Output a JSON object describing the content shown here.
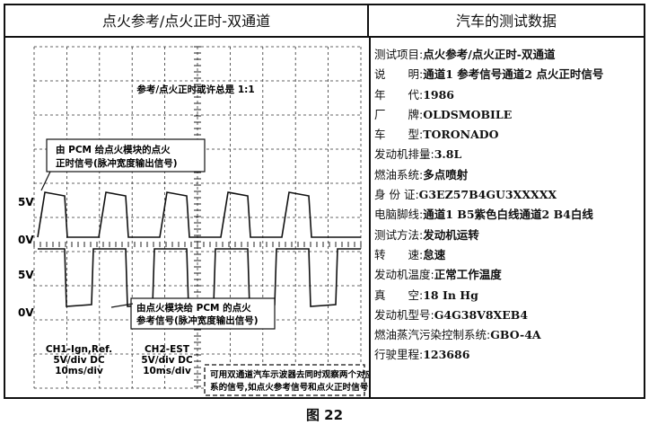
{
  "header": {
    "left_title": "点火参考/点火正时-双通道",
    "right_title": "汽车的测试数据"
  },
  "scope": {
    "ratio_note": "参考/点火正时或许总是 1:1",
    "label_5v_top": "5V",
    "label_0v_top": "0V",
    "label_5v_bottom": "5V",
    "label_0v_bottom": "0V",
    "callout_top_line1": "由 PCM 给点火模块的点火",
    "callout_top_line2": "正时信号(脉冲宽度输出信号)",
    "callout_bottom_line1": "由点火模块给 PCM 的点火",
    "callout_bottom_line2": "参考信号(脉冲宽度输出信号)",
    "ch1_line1": "CH1-Ign,Ref.",
    "ch1_line2": "5V/div DC",
    "ch1_line3": "10ms/div",
    "ch2_line1": "CH2-EST",
    "ch2_line2": "5V/div DC",
    "ch2_line3": "10ms/div",
    "note_line1": "可用双通道汽车示波器去同时观察两个对应关",
    "note_line2": "系的信号,如点火参考信号和点火正时信号"
  },
  "test_data": [
    {
      "label": "测试项目:",
      "value": "点火参考/点火正时-双通道"
    },
    {
      "label": "说　　明:",
      "value": "通道1 参考信号通道2 点火正时信号"
    },
    {
      "label": "年　　代:",
      "value": "1986"
    },
    {
      "label": "厂　　牌:",
      "value": "OLDSMOBILE"
    },
    {
      "label": "车　　型:",
      "value": "TORONADO"
    },
    {
      "label": "发动机排量:",
      "value": "3.8L"
    },
    {
      "label": "燃油系统:",
      "value": "多点喷射"
    },
    {
      "label": "身 份 证:",
      "value": "G3EZ57B4GU3XXXXX"
    },
    {
      "label": "电脑脚线:",
      "value": "通道1 B5紫色白线通道2 B4白线"
    },
    {
      "label": "测试方法:",
      "value": "发动机运转"
    },
    {
      "label": "转　　速:",
      "value": "怠速"
    },
    {
      "label": "发动机温度:",
      "value": "正常工作温度"
    },
    {
      "label": "真　　空:",
      "value": "18 In Hg"
    },
    {
      "label": "发动机型号:",
      "value": "G4G38V8XEB4"
    },
    {
      "label": "燃油蒸汽污染控制系统:",
      "value": "GBO-4A"
    },
    {
      "label": "行驶里程:",
      "value": "123686"
    }
  ],
  "figure_caption": "图 22"
}
